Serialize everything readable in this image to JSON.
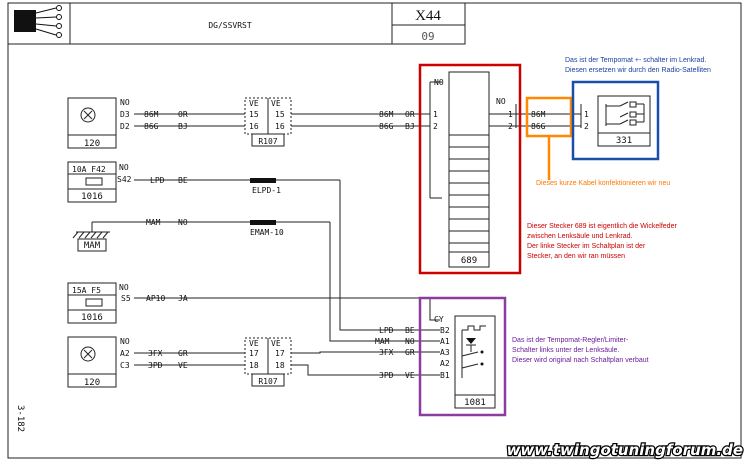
{
  "header": {
    "title": "DG/SSVRST",
    "code": "X44",
    "sub": "09"
  },
  "page_ref": "3-182",
  "watermark": "www.twingotuningforum.de",
  "components": {
    "c120a": "120",
    "c120b": "120",
    "c1016a": "1016",
    "c1016b": "1016",
    "cMAM": "MAM",
    "c689": "689",
    "c331": "331",
    "c1081": "1081",
    "r107a": "R107",
    "r107b": "R107"
  },
  "fuses": {
    "f42": "10A  F42",
    "f5": "15A  F5"
  },
  "labels": {
    "no": "NO",
    "ve": "VE",
    "cy": "CY",
    "d3": "D3",
    "d2": "D2",
    "s42": "S42",
    "s5": "S5",
    "a2": "A2",
    "c3": "C3",
    "b2": "B2",
    "a1": "A1",
    "a3": "A3",
    "b1": "B1",
    "p1": "1",
    "p2": "2",
    "p15": "15",
    "p16": "16",
    "p17": "17",
    "p18": "18",
    "w86m": "86M",
    "w86g": "86G",
    "or": "OR",
    "bj": "BJ",
    "lpd": "LPD",
    "be": "BE",
    "mam": "MAM",
    "ap10": "AP10",
    "ja": "JA",
    "w3fx": "3FX",
    "w3pd": "3PD",
    "gr": "GR",
    "elpd1": "ELPD-1",
    "emam10": "EMAM-10"
  },
  "annotations": {
    "a331_1": "Das ist der Tempomat +- schalter im Lenkrad.",
    "a331_2": "Diesen ersetzen wir durch den Radio-Satelliten",
    "cable": "Dieses kurze Kabel konfektionieren wir neu",
    "a689_1": "Dieser Stecker 689 ist eigentlich die Wickelfeder",
    "a689_2": "zwischen Lenksäule und Lenkrad.",
    "a689_3": "Der linke Stecker im Schaltplan ist der",
    "a689_4": "Stecker, an den wir ran müssen",
    "a1081_1": "Das ist der Tempomat-Regler/Limiter-",
    "a1081_2": "Schalter links unter der Lenksäule.",
    "a1081_3": "Dieser wird original nach Schaltplan verbaut"
  },
  "colors": {
    "red": "#cc0000",
    "orange": "#ff8800",
    "blue": "#1a4ea8",
    "purple": "#8a3d9e",
    "note_red": "#cc0000",
    "note_blue": "#1a3fa0",
    "note_orange": "#ff7700",
    "note_purple": "#6a1b9a"
  },
  "icons": [
    "connector-icon",
    "ground-icon",
    "fuse-icon",
    "relay-contact-icon"
  ]
}
